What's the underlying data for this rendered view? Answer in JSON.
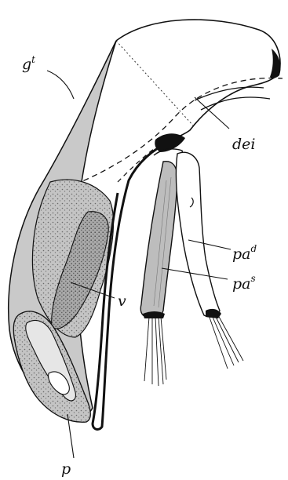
{
  "labels": {
    "gt": {
      "base": "g",
      "sup": "t"
    },
    "dei": "dei",
    "pa_d": {
      "base": "pa",
      "sup": "d"
    },
    "pa_s": {
      "base": "pa",
      "sup": "s"
    },
    "v": "v",
    "p": "p"
  },
  "colors": {
    "ink": "#111111",
    "background": "#ffffff",
    "sheath_fill": "#c9c9c9",
    "stipple_fill": "#b3b3b3",
    "ventral_fill": "#8a8a8a",
    "palp_fill": "#bdbdbd"
  }
}
